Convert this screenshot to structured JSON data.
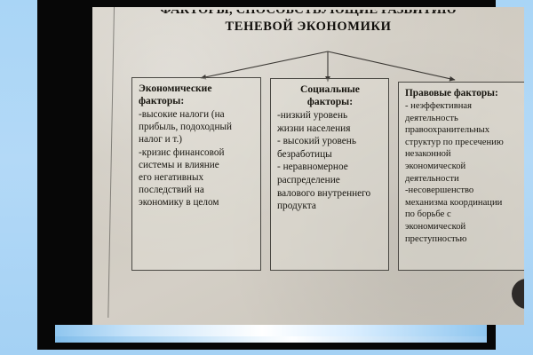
{
  "slide": {
    "background_color": "#a9d5f6",
    "frame_color": "#070707",
    "paper_color": "#d2cdc4"
  },
  "title": {
    "line1": "ФАКТОРЫ, СПОСОБСТВУЮЩИЕ РАЗВИТИЮ",
    "line2": "ТЕНЕВОЙ ЭКОНОМИКИ"
  },
  "diagram": {
    "connector_type": "three-branch-arrows",
    "arrow_color": "#3a3733",
    "boxes": [
      {
        "id": "economic",
        "heading": "Экономические факторы:",
        "heading_style": "left",
        "items": [
          "-высокие налоги (на",
          "прибыль, подоходный",
          "налог и т.)",
          "-кризис финансовой",
          "системы и влияние",
          "его негативных",
          "последствий на",
          "экономику в целом"
        ]
      },
      {
        "id": "social",
        "heading": "Социальные факторы:",
        "heading_style": "centered",
        "items": [
          "-низкий уровень",
          "жизни населения",
          "- высокий уровень",
          "безработицы",
          "- неравномерное",
          "распределение",
          "валового внутреннего",
          "продукта"
        ]
      },
      {
        "id": "legal",
        "heading": "Правовые факторы:",
        "heading_style": "left",
        "items": [
          "- неэффективная",
          "деятельность",
          "правоохранительных",
          "структур по пресечению",
          "незаконной",
          "экономической",
          "деятельности",
          "-несовершенство",
          "механизма координации",
          "по борьбе с",
          "экономической",
          "преступностью"
        ]
      }
    ]
  },
  "artifacts": {
    "round_object_label": "dark-round-object",
    "margin_rule_label": "page-margin-rule"
  }
}
